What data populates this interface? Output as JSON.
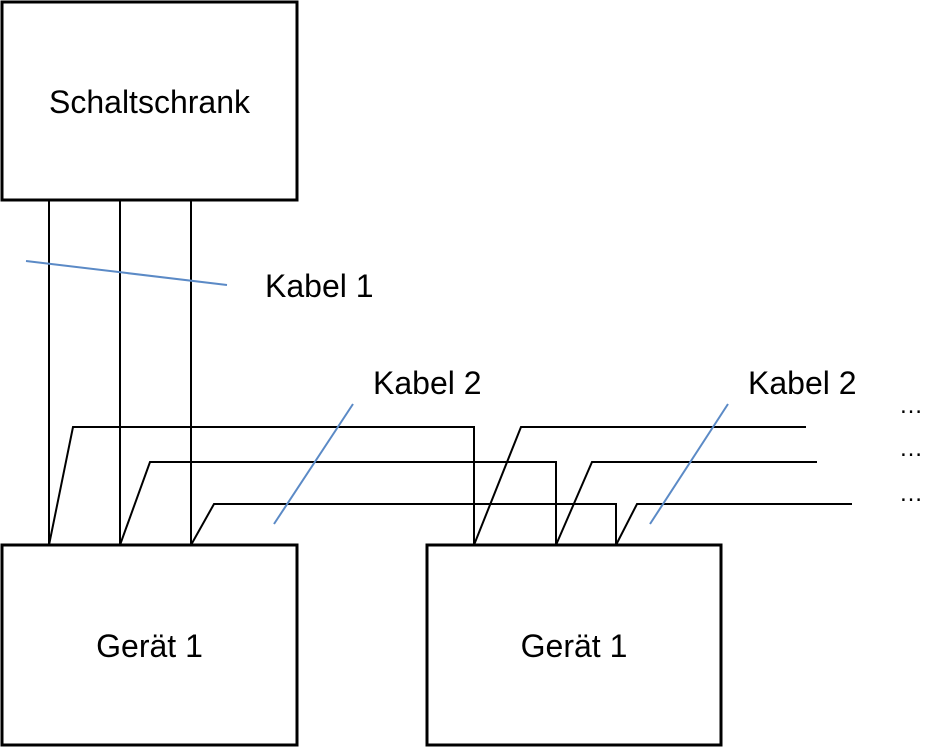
{
  "boxes": {
    "cabinet": "Schaltschrank",
    "device_left": "Gerät 1",
    "device_right": "Gerät 1"
  },
  "cable_labels": {
    "cable1": "Kabel 1",
    "cable2_left": "Kabel 2",
    "cable2_right": "Kabel 2"
  },
  "continuation": [
    "…",
    "…",
    "…"
  ],
  "colors": {
    "wire": "#000000",
    "pointer": "#5b8ac6",
    "box_border": "#000000"
  }
}
